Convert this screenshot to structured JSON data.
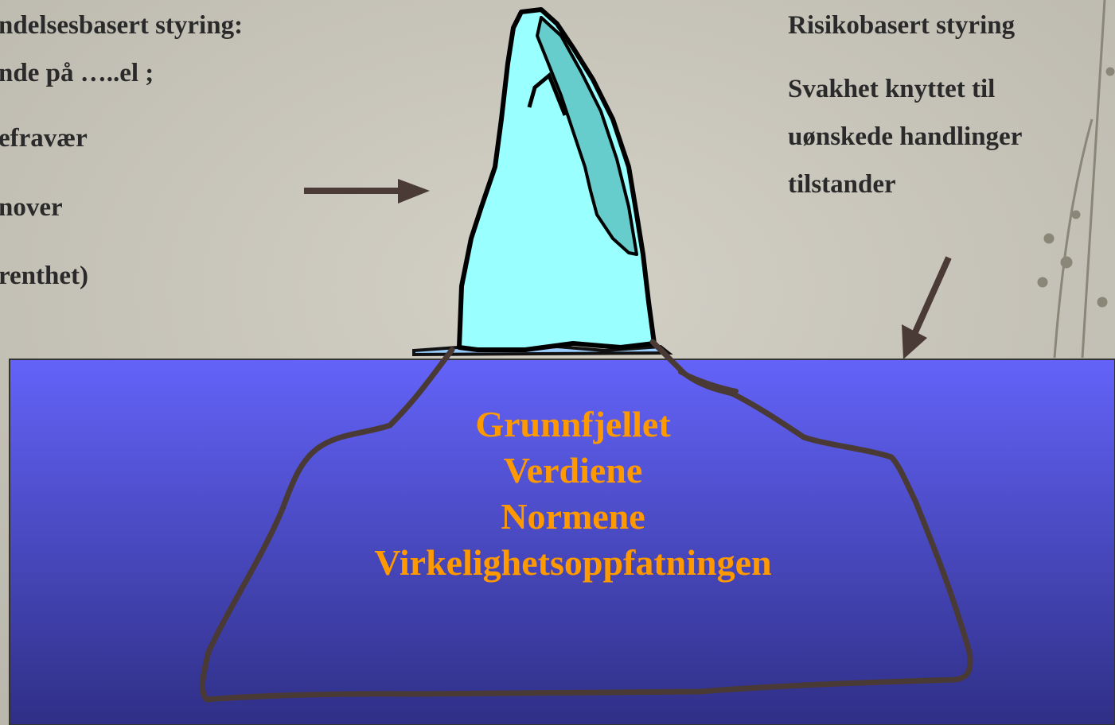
{
  "left_text": [
    "ndelsesbasert styring:",
    "nde på …..el ;",
    "efravær",
    "nover",
    "renthet)"
  ],
  "right_text": {
    "title": "Risikobasert styring",
    "lines": [
      "Svakhet knyttet til",
      "uønskede handlinger",
      "tilstander"
    ]
  },
  "iceberg_text": [
    "Grunnfjellet",
    "Verdiene",
    "Normene",
    "Virkelighetsoppfatningen"
  ],
  "colors": {
    "background": "#c7c4ba",
    "water_top": "#6363f9",
    "water_bottom": "#2f2f86",
    "iceberg_light": "#99ffff",
    "iceberg_shade": "#66cccc",
    "outline": "#4a3a35",
    "arrow": "#4b3b36",
    "center_text": "#ff9900",
    "body_text": "#2a2a2a"
  }
}
